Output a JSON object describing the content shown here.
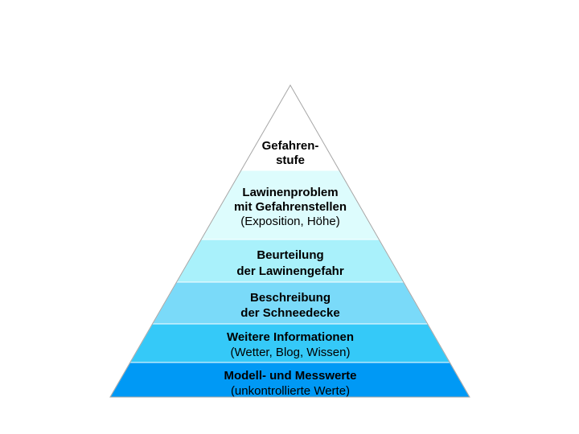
{
  "pyramid": {
    "layers": [
      {
        "title_lines": [
          "Gefahren-",
          "stufe"
        ],
        "sub_lines": [],
        "color": "#ffffff"
      },
      {
        "title_lines": [
          "Lawinenproblem",
          "mit Gefahrenstellen"
        ],
        "sub_lines": [
          "(Exposition, Höhe)"
        ],
        "color": "#ddfcfd"
      },
      {
        "title_lines": [
          "Beurteilung",
          "der Lawinengefahr"
        ],
        "sub_lines": [],
        "color": "#a9f1fb"
      },
      {
        "title_lines": [
          "Beschreibung",
          "der Schneedecke"
        ],
        "sub_lines": [],
        "color": "#7adaf9"
      },
      {
        "title_lines": [
          "Weitere Informationen"
        ],
        "sub_lines": [
          "(Wetter, Blog, Wissen)"
        ],
        "color": "#35c9f8"
      },
      {
        "title_lines": [
          "Modell- und Messwerte"
        ],
        "sub_lines": [
          "(unkontrollierte Werte)"
        ],
        "color": "#0099f5"
      }
    ],
    "outline_color": "#a6a6a6"
  }
}
